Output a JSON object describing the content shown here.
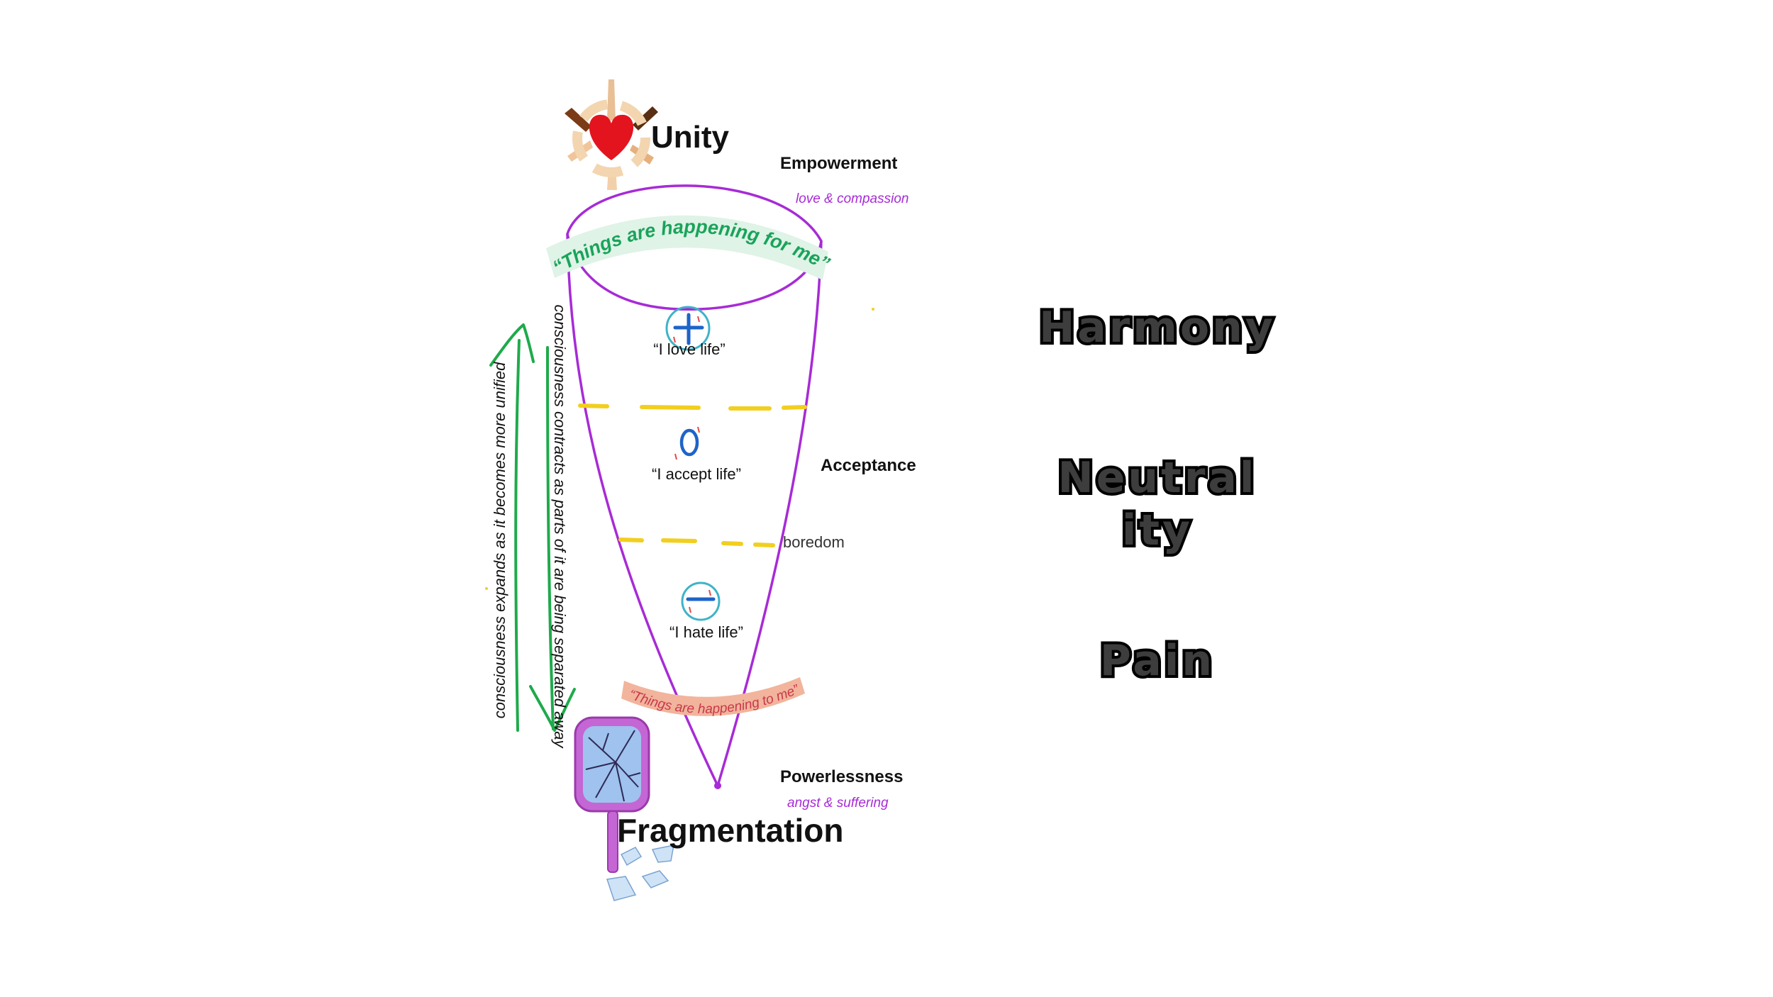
{
  "diagram": {
    "top_title": "Unity",
    "bottom_title": "Fragmentation",
    "empowerment": {
      "label": "Empowerment",
      "sub": "love & compassion"
    },
    "powerlessness": {
      "label": "Powerlessness",
      "sub": "angst & suffering"
    },
    "acceptance": "Acceptance",
    "boredom": "boredom",
    "top_band": "“Things are happening for me”",
    "bottom_band": "“Things are happening to me”",
    "quotes": {
      "love": "“I love life”",
      "accept": "“I accept life”",
      "hate": "“I hate life”"
    },
    "side_text": {
      "expands": "consciousness expands as it becomes more unified",
      "contracts": "consciousness contracts as parts of it are being separated away"
    },
    "levels": {
      "harmony": "Harmony",
      "neutrality_1": "Neutral",
      "neutrality_2": "ity",
      "pain": "Pain"
    },
    "colors": {
      "cone": "#a72bd6",
      "top_band": "#dff3e7",
      "top_band_text": "#1aa35a",
      "bottom_band": "#f2b49c",
      "bottom_band_text": "#c8384a",
      "divider": "#f2cf1f",
      "arrows": "#1faa4b",
      "sub_text": "#a72bd6"
    },
    "icons": [
      "unity-hands-heart-icon",
      "plus-icon",
      "zero-icon",
      "minus-icon",
      "broken-mirror-icon"
    ]
  }
}
